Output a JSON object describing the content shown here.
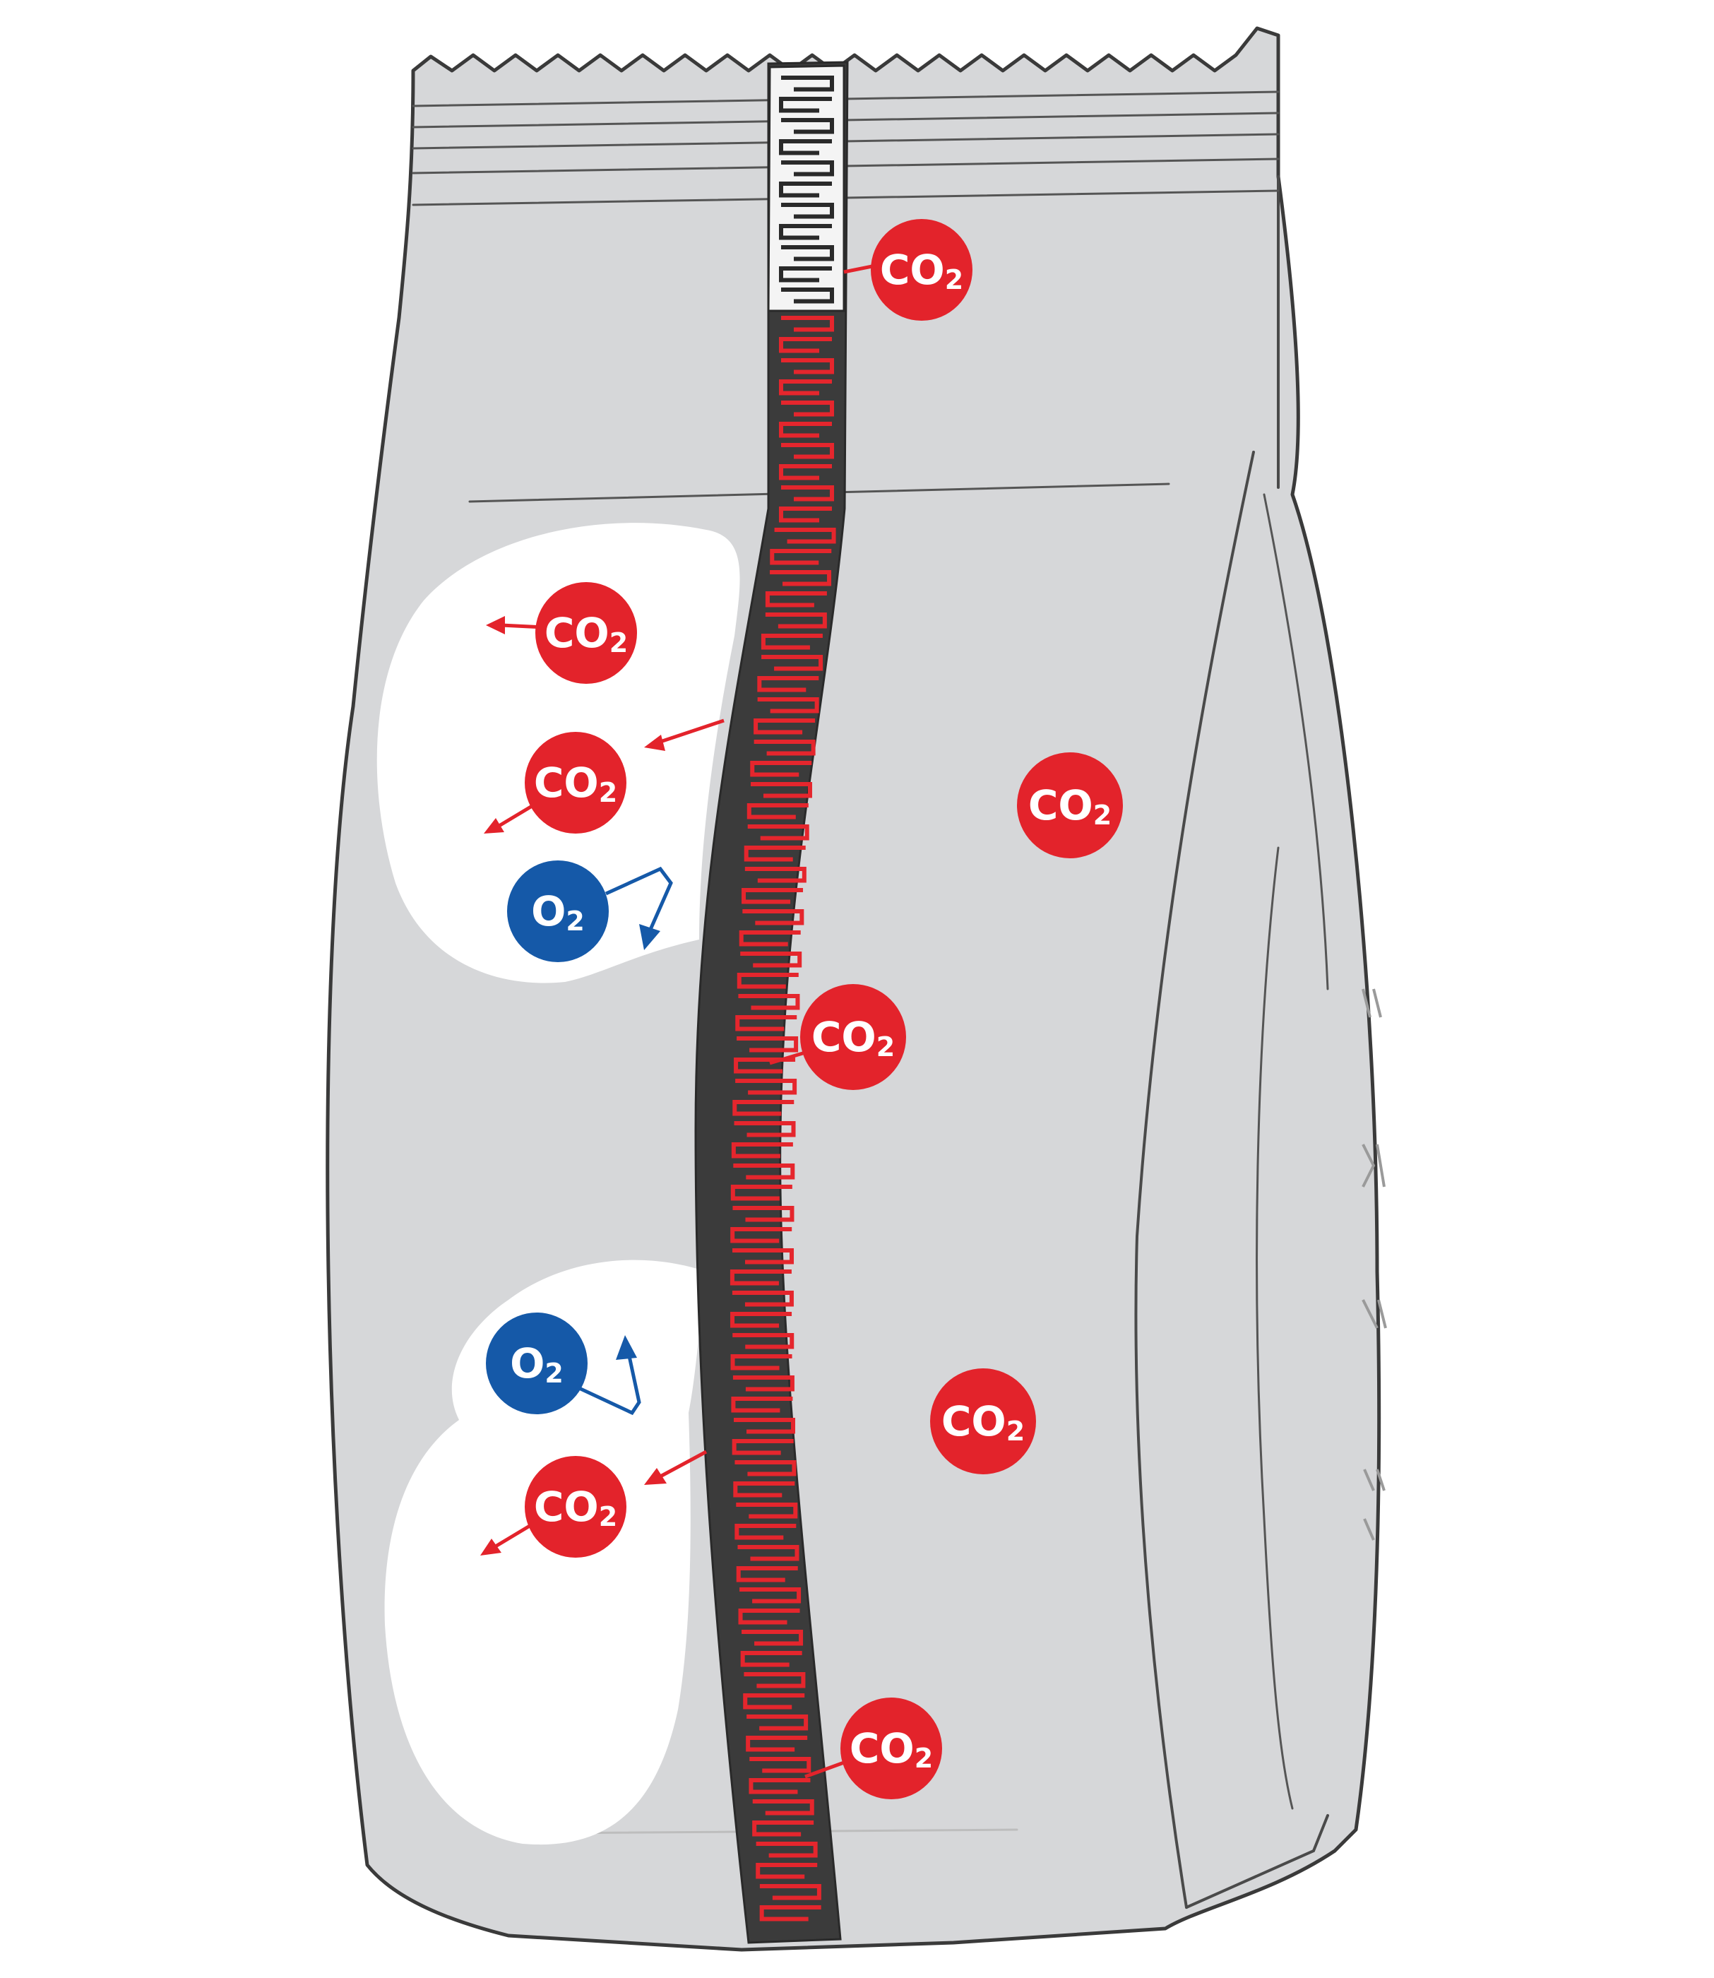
{
  "colors": {
    "bag": "#d6d7d9",
    "outline": "#3a3a3a",
    "co2": "#e3232b",
    "o2": "#1559a8",
    "valve_dark": "#3b3b3b",
    "clear_zone": "#ffffff"
  },
  "molecules": {
    "co2_top": {
      "base": "CO",
      "sub": "2"
    },
    "co2_out_1": {
      "base": "CO",
      "sub": "2"
    },
    "co2_out_2": {
      "base": "CO",
      "sub": "2"
    },
    "co2_right_mid": {
      "base": "CO",
      "sub": "2"
    },
    "co2_valve_mid": {
      "base": "CO",
      "sub": "2"
    },
    "co2_right_low": {
      "base": "CO",
      "sub": "2"
    },
    "co2_out_3": {
      "base": "CO",
      "sub": "2"
    },
    "co2_bottom": {
      "base": "CO",
      "sub": "2"
    },
    "o2_upper": {
      "base": "O",
      "sub": "2"
    },
    "o2_lower": {
      "base": "O",
      "sub": "2"
    }
  }
}
